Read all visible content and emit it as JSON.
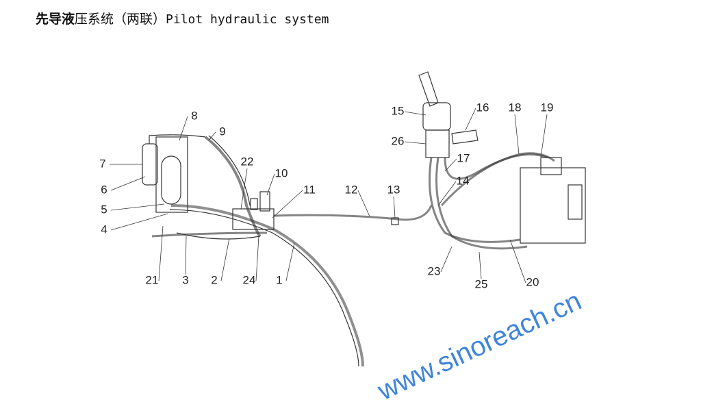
{
  "title": {
    "bold": "先导液",
    "regular": "压系统（两联）",
    "english": "Pilot hydraulic system"
  },
  "callouts": [
    "8",
    "9",
    "7",
    "6",
    "5",
    "4",
    "22",
    "10",
    "11",
    "12",
    "13",
    "21",
    "3",
    "2",
    "24",
    "1",
    "15",
    "26",
    "16",
    "18",
    "19",
    "17",
    "14",
    "23",
    "25",
    "20"
  ],
  "watermark": "www.sinoreach.cn",
  "colors": {
    "line": "#333333",
    "watermark": "#1e6fd6"
  }
}
